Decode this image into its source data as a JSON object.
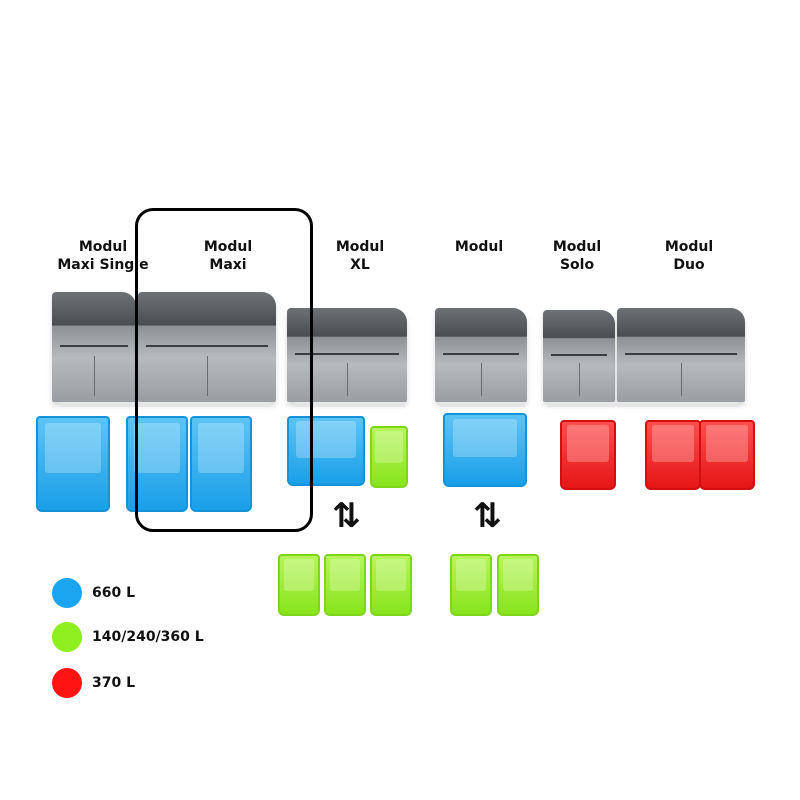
{
  "modules": [
    {
      "line1": "Modul",
      "line2": "Maxi Single"
    },
    {
      "line1": "Modul",
      "line2": "Maxi"
    },
    {
      "line1": "Modul",
      "line2": "XL"
    },
    {
      "line1": "Modul",
      "line2": ""
    },
    {
      "line1": "Modul",
      "line2": "Solo"
    },
    {
      "line1": "Modul",
      "line2": "Duo"
    }
  ],
  "arrows": {
    "swap": "⇅"
  },
  "legend": [
    {
      "label": "660 L",
      "color": "#1ba5f0"
    },
    {
      "label": "140/240/360 L",
      "color": "#8df01e"
    },
    {
      "label": "370 L",
      "color": "#ff1414"
    }
  ]
}
